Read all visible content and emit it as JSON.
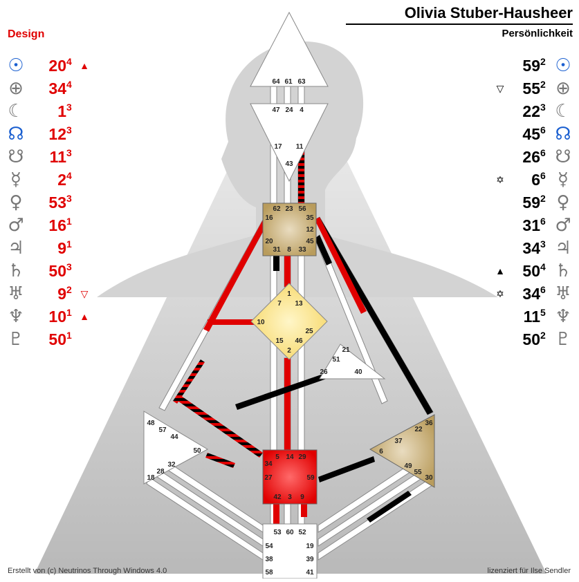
{
  "header": {
    "name": "Olivia Stuber-Hausheer",
    "personality_title": "Persönlichkeit",
    "design_title": "Design"
  },
  "colors": {
    "design": "#e00000",
    "personality": "#000000",
    "defined_root": "#e01010",
    "defined_center": "#c6aa6e",
    "g_center": "#ffe27a"
  },
  "design_rows": [
    {
      "planet": "sun-icon",
      "gate": "20",
      "line": "4",
      "mark": "▲"
    },
    {
      "planet": "earth-icon",
      "gate": "34",
      "line": "4",
      "mark": ""
    },
    {
      "planet": "moon-icon",
      "gate": "1",
      "line": "3",
      "mark": ""
    },
    {
      "planet": "north-node-icon",
      "gate": "12",
      "line": "3",
      "mark": ""
    },
    {
      "planet": "south-node-icon",
      "gate": "11",
      "line": "3",
      "mark": ""
    },
    {
      "planet": "mercury-icon",
      "gate": "2",
      "line": "4",
      "mark": ""
    },
    {
      "planet": "venus-icon",
      "gate": "53",
      "line": "3",
      "mark": ""
    },
    {
      "planet": "mars-icon",
      "gate": "16",
      "line": "1",
      "mark": ""
    },
    {
      "planet": "jupiter-icon",
      "gate": "9",
      "line": "1",
      "mark": ""
    },
    {
      "planet": "saturn-icon",
      "gate": "50",
      "line": "3",
      "mark": ""
    },
    {
      "planet": "uranus-icon",
      "gate": "9",
      "line": "2",
      "mark": "▽"
    },
    {
      "planet": "neptune-icon",
      "gate": "10",
      "line": "1",
      "mark": "▲"
    },
    {
      "planet": "pluto-icon",
      "gate": "50",
      "line": "1",
      "mark": ""
    }
  ],
  "personality_rows": [
    {
      "planet": "sun-icon",
      "gate": "59",
      "line": "2",
      "mark": ""
    },
    {
      "planet": "earth-icon",
      "gate": "55",
      "line": "2",
      "mark": "▽"
    },
    {
      "planet": "moon-icon",
      "gate": "22",
      "line": "3",
      "mark": ""
    },
    {
      "planet": "north-node-icon",
      "gate": "45",
      "line": "6",
      "mark": ""
    },
    {
      "planet": "south-node-icon",
      "gate": "26",
      "line": "6",
      "mark": ""
    },
    {
      "planet": "mercury-icon",
      "gate": "6",
      "line": "6",
      "mark": "✡"
    },
    {
      "planet": "venus-icon",
      "gate": "59",
      "line": "2",
      "mark": ""
    },
    {
      "planet": "mars-icon",
      "gate": "31",
      "line": "6",
      "mark": ""
    },
    {
      "planet": "jupiter-icon",
      "gate": "34",
      "line": "3",
      "mark": ""
    },
    {
      "planet": "saturn-icon",
      "gate": "50",
      "line": "4",
      "mark": "▲"
    },
    {
      "planet": "uranus-icon",
      "gate": "34",
      "line": "6",
      "mark": "✡"
    },
    {
      "planet": "neptune-icon",
      "gate": "11",
      "line": "5",
      "mark": ""
    },
    {
      "planet": "pluto-icon",
      "gate": "50",
      "line": "2",
      "mark": ""
    }
  ],
  "bodygraph": {
    "head_gates": [
      "64",
      "61",
      "63"
    ],
    "ajna_top_gates": [
      "47",
      "24",
      "4"
    ],
    "ajna_bottom_gates": [
      "17",
      "43",
      "11"
    ],
    "throat_gates": [
      "62",
      "23",
      "56",
      "16",
      "35",
      "12",
      "45",
      "20",
      "31",
      "8",
      "33"
    ],
    "g_gates": [
      "1",
      "7",
      "13",
      "10",
      "25",
      "15",
      "46",
      "2"
    ],
    "heart_gates": [
      "21",
      "51",
      "26",
      "40"
    ],
    "spleen_gates": [
      "48",
      "57",
      "44",
      "50",
      "32",
      "28",
      "18"
    ],
    "sacral_gates": [
      "5",
      "14",
      "29",
      "34",
      "27",
      "59",
      "42",
      "3",
      "9"
    ],
    "solar_gates": [
      "36",
      "22",
      "37",
      "6",
      "49",
      "55",
      "30"
    ],
    "root_top_gates": [
      "53",
      "60",
      "52"
    ],
    "root_left_gates": [
      "54",
      "38",
      "58"
    ],
    "root_right_gates": [
      "19",
      "39",
      "41"
    ]
  },
  "footer": {
    "left": "Erstellt von (c) Neutrinos Through Windows 4.0",
    "right": "lizenziert für Ilse Sendler"
  }
}
